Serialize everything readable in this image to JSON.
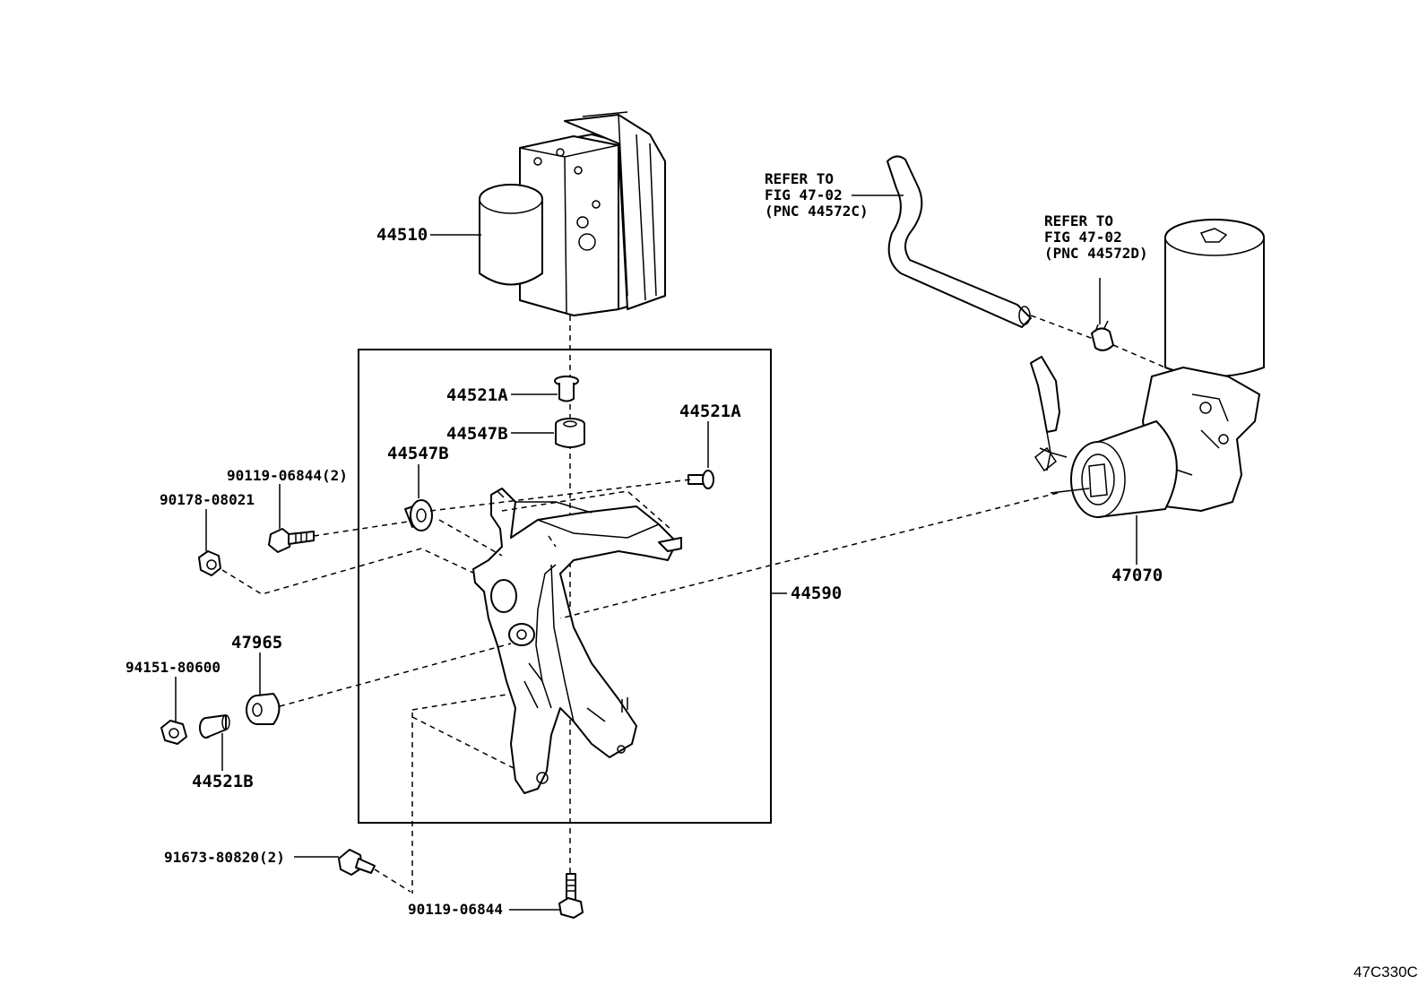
{
  "labels": {
    "p44510": "44510",
    "p44521a_center": "44521A",
    "p44547b_center": "44547B",
    "p44521a_right": "44521A",
    "p44547b_left": "44547B",
    "p90119_06844_2": "90119-06844(2)",
    "p90178_08021": "90178-08021",
    "p44590": "44590",
    "p47965": "47965",
    "p94151_80600": "94151-80600",
    "p44521b": "44521B",
    "p91673_80820_2": "91673-80820(2)",
    "p90119_06844": "90119-06844",
    "p47070": "47070"
  },
  "refers": {
    "hose": [
      "REFER TO",
      "FIG 47-02",
      "(PNC 44572C)"
    ],
    "clamp": [
      "REFER TO",
      "FIG 47-02",
      "(PNC 44572D)"
    ]
  },
  "figure_code": "47C330C"
}
